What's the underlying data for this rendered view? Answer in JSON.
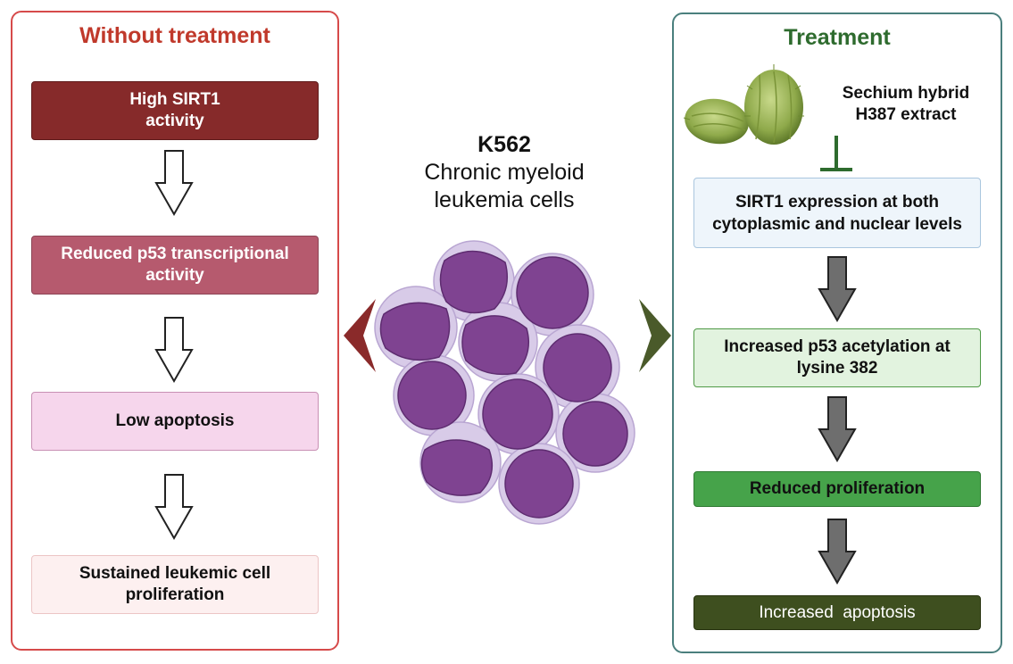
{
  "left_panel": {
    "title": "Without treatment",
    "steps": [
      "High SIRT1 activity",
      "Reduced p53 transcriptional activity",
      "Low apoptosis",
      "Sustained leukemic cell proliferation"
    ]
  },
  "center": {
    "cell_line": "K562",
    "description_line1": "Chronic myeloid",
    "description_line2": "leukemia cells"
  },
  "right_panel": {
    "title": "Treatment",
    "extract_line1": "Sechium hybrid",
    "extract_line2": "H387 extract",
    "steps": [
      "SIRT1 expression at both cytoplasmic and nuclear levels",
      "Increased p53 acetylation at lysine 382",
      "Reduced proliferation",
      "Increased  apoptosis"
    ]
  },
  "colors": {
    "left_border": "#d64a4a",
    "right_border": "#4a7f7d",
    "cell_fill": "#7f4391",
    "cell_membrane": "#d8cbe8",
    "left_chevron": "#8a2a2a",
    "right_chevron": "#4a5a2a",
    "inhibition_bar": "#2e6b2e",
    "gray_arrow": "#6e6e6e"
  }
}
